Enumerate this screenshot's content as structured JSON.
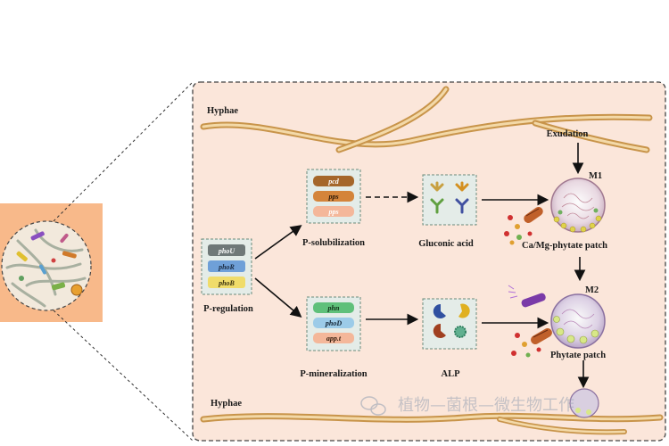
{
  "labels": {
    "hyphae_top": "Hyphae",
    "hyphae_bottom": "Hyphae",
    "exudation": "Exudation",
    "m1": "M1",
    "m2": "M2",
    "p_regulation": "P-regulation",
    "p_solubilization": "P-solubilization",
    "p_mineralization": "P-mineralization",
    "gluconic_acid": "Gluconic acid",
    "alp": "ALP",
    "ca_mg_phytate_patch": "Ca/Mg-phytate patch",
    "phytate_patch": "Phytate patch"
  },
  "genes": {
    "regulation": [
      "phoU",
      "phoR",
      "phoB"
    ],
    "solubilization": [
      "pcd",
      "pps",
      "pps"
    ],
    "mineralization": [
      "phn",
      "phoD",
      "app.t"
    ]
  },
  "watermark": "植物—菌根—微生物工作",
  "colors": {
    "panel_bg": "#fbe6da",
    "inset_bg": "#f8b98a",
    "hyphae": "#c8944a",
    "arrow": "#111111"
  }
}
